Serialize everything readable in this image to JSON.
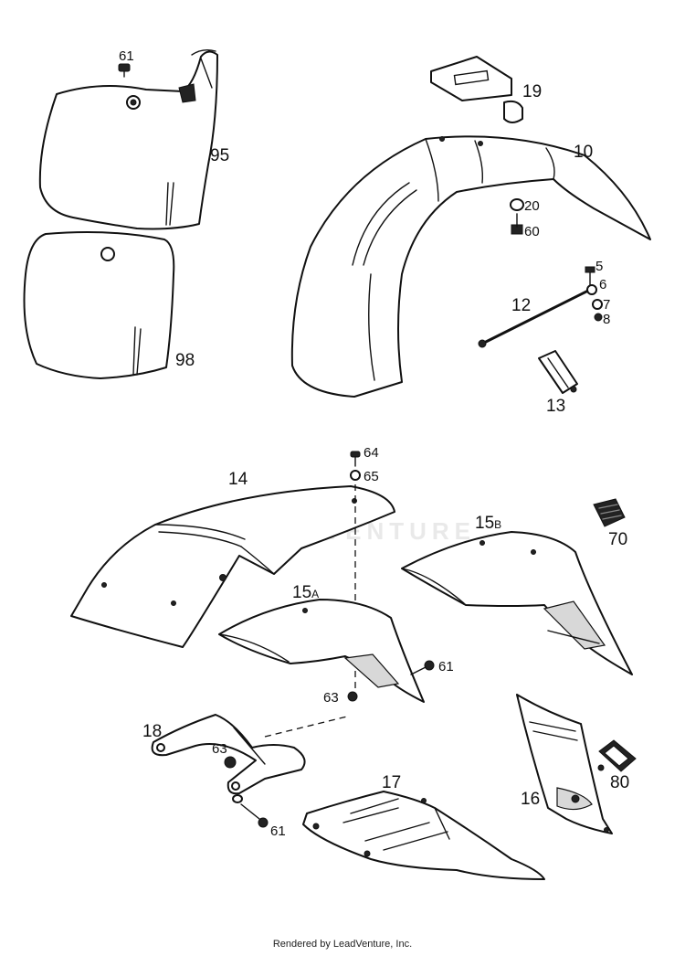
{
  "labels": {
    "p61a": "61",
    "p95": "95",
    "p98": "98",
    "p19": "19",
    "p10": "10",
    "p20": "20",
    "p60": "60",
    "p5": "5",
    "p6": "6",
    "p7": "7",
    "p8": "8",
    "p12": "12",
    "p13": "13",
    "p64": "64",
    "p65": "65",
    "p14": "14",
    "p15b_num": "15",
    "p15b_suf": "B",
    "p70": "70",
    "p15a_num": "15",
    "p15a_suf": "A",
    "p61b": "61",
    "p63a": "63",
    "p18": "18",
    "p63b": "63",
    "p17": "17",
    "p61c": "61",
    "p16": "16",
    "p80": "80"
  },
  "watermark": "LEADVENTURE",
  "footer": "Rendered by LeadVenture, Inc."
}
